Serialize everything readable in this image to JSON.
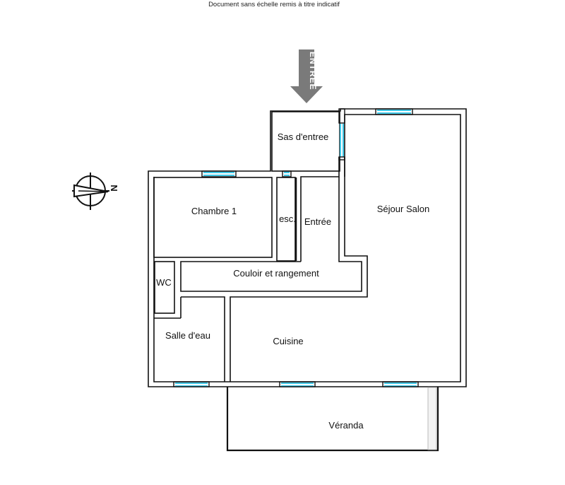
{
  "header": {
    "disclaimer": "Document sans échelle remis à titre indicatif"
  },
  "entrance_arrow": {
    "label": "ENTRÉE",
    "color": "#7a7a7a"
  },
  "compass": {
    "north_letter": "N",
    "icon": "compass-icon"
  },
  "rooms": {
    "sas": "Sas d'entree",
    "chambre": "Chambre 1",
    "escalier": "esc.",
    "entree": "Entrée",
    "sejour": "Séjour Salon",
    "couloir": "Couloir et rangement",
    "wc": "WC",
    "salle_eau": "Salle d'eau",
    "cuisine": "Cuisine",
    "veranda": "Véranda"
  },
  "colors": {
    "wall": "#111111",
    "window": "#3fc7e6"
  }
}
